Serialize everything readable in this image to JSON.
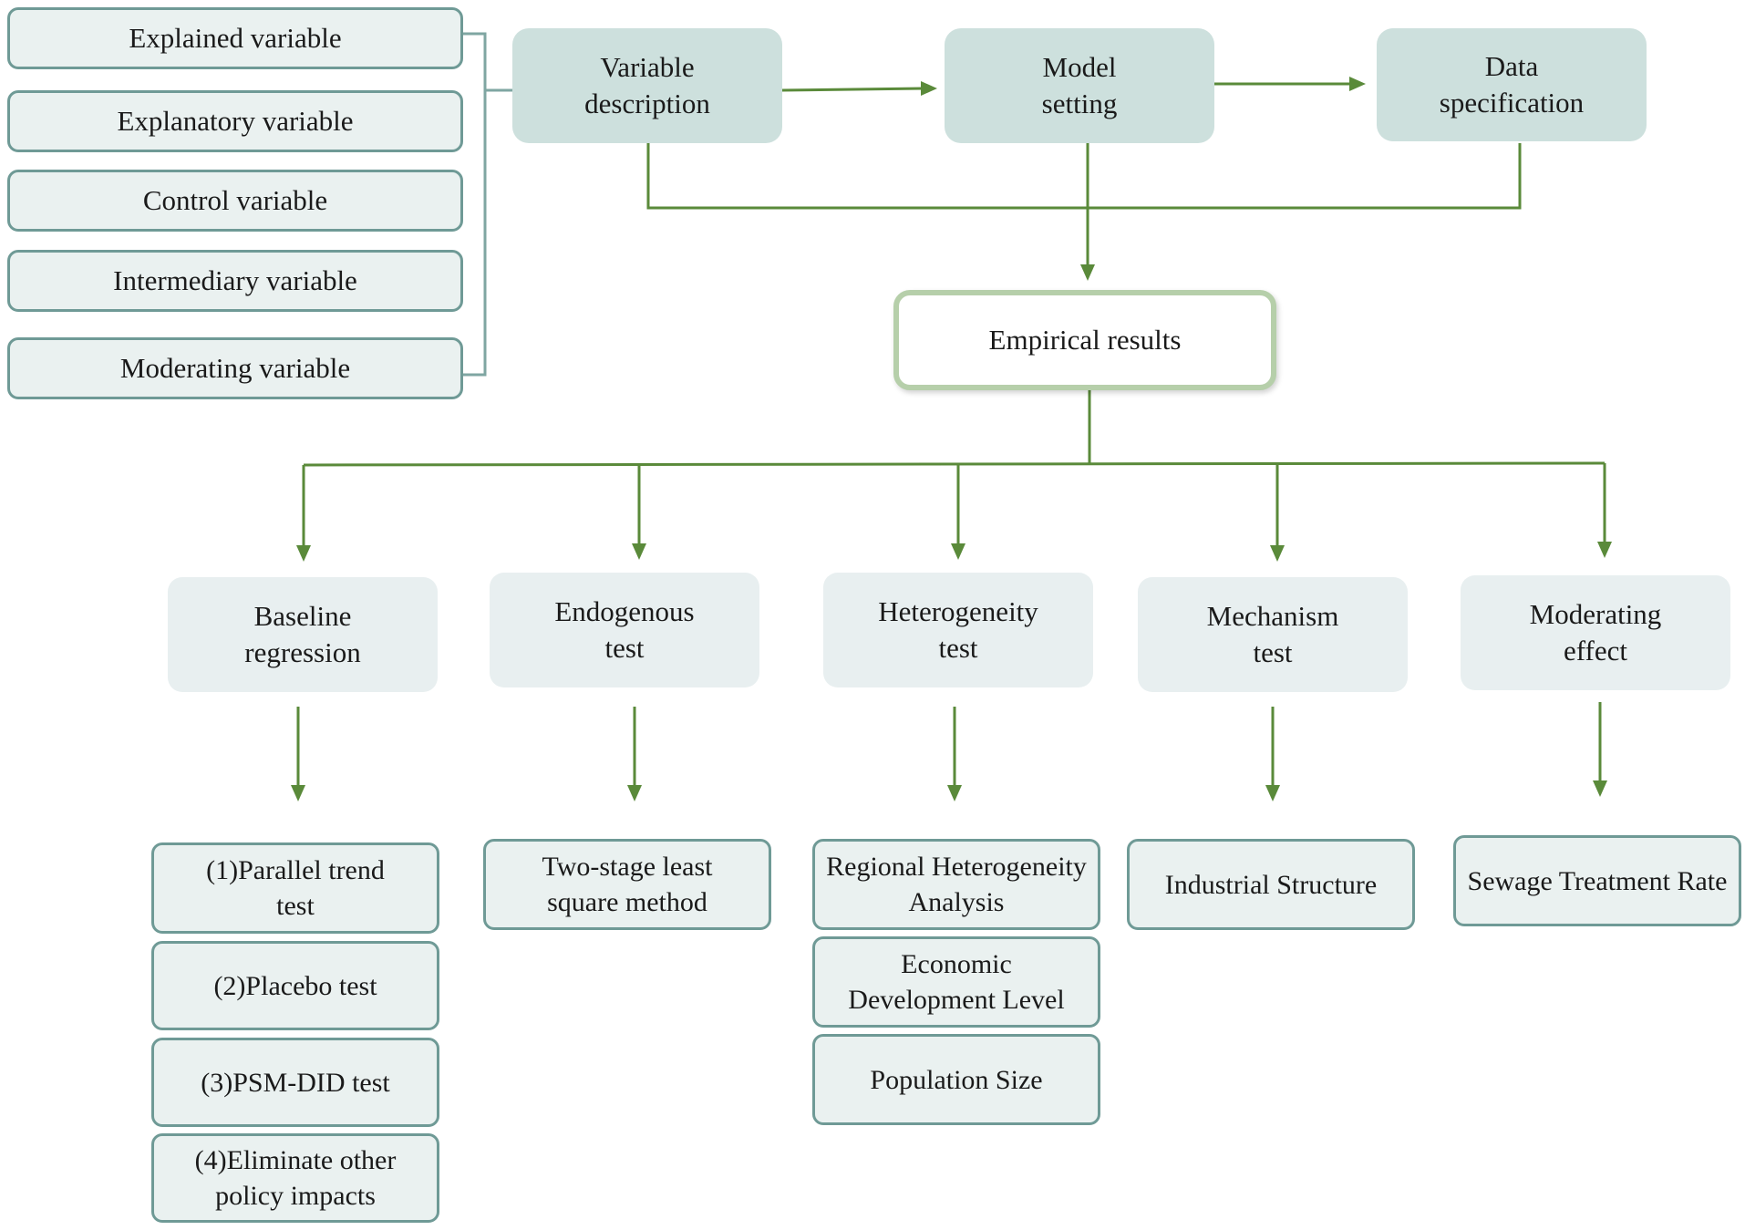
{
  "variables": [
    "Explained variable",
    "Explanatory variable",
    "Control variable",
    "Intermediary variable",
    "Moderating variable"
  ],
  "top_steps": [
    [
      "Variable",
      "description"
    ],
    [
      "Model",
      "setting"
    ],
    [
      "Data",
      "specification"
    ]
  ],
  "center": "Empirical results",
  "categories": [
    [
      "Baseline",
      "regression"
    ],
    [
      "Endogenous",
      "test"
    ],
    [
      "Heterogeneity",
      "test"
    ],
    [
      "Mechanism",
      "test"
    ],
    [
      "Moderating",
      "effect"
    ]
  ],
  "leaves": {
    "baseline": [
      [
        "(1)Parallel trend",
        "test"
      ],
      [
        "(2)Placebo test"
      ],
      [
        "(3)PSM-DID test"
      ],
      [
        "(4)Eliminate other",
        "policy impacts"
      ]
    ],
    "endogenous": [
      [
        "Two-stage least",
        "square method"
      ]
    ],
    "heterogeneity": [
      [
        "Regional Heterogeneity",
        "Analysis"
      ],
      [
        "Economic",
        "Development Level"
      ],
      [
        "Population Size"
      ]
    ],
    "mechanism": [
      [
        "Industrial Structure"
      ]
    ],
    "moderating": [
      [
        "Sewage Treatment Rate"
      ]
    ]
  },
  "colors": {
    "arrow": "#5a8a3a",
    "top_fill": "#cde0dd",
    "category_fill": "#e8eff0",
    "box_border": "#6f9a96",
    "center_border": "#b6cfaa"
  }
}
